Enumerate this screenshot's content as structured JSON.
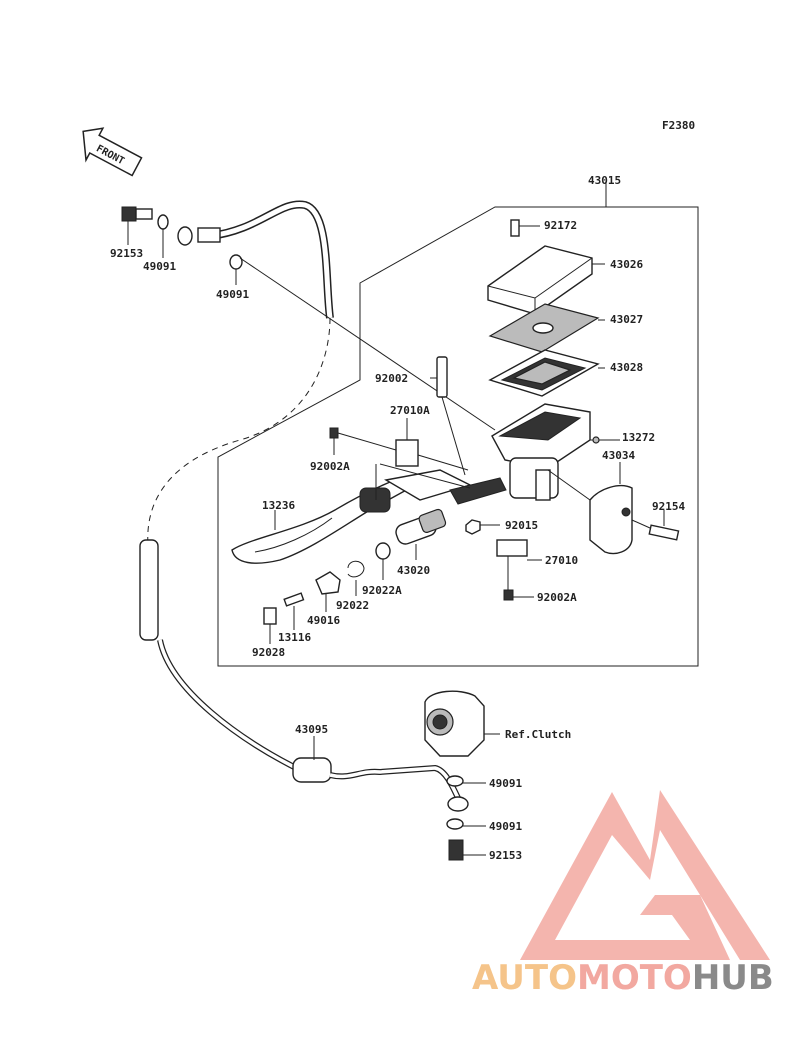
{
  "figure_code": "F2380",
  "front_badge": "FRONT",
  "parts": {
    "p43015": "43015",
    "p92172": "92172",
    "p43026": "43026",
    "p43027": "43027",
    "p43028": "43028",
    "p92002": "92002",
    "p27010A": "27010A",
    "p13272": "13272",
    "p43034": "43034",
    "p92002A_top": "92002A",
    "p92154": "92154",
    "p13236": "13236",
    "p92015": "92015",
    "p27010": "27010",
    "p43020": "43020",
    "p92022A": "92022A",
    "p92022": "92022",
    "p49016": "49016",
    "p13116": "13116",
    "p92028": "92028",
    "p92002A_bottom": "92002A",
    "p92153_top": "92153",
    "p49091_a": "49091",
    "p49091_b": "49091",
    "p43095": "43095",
    "ref_clutch": "Ref.Clutch",
    "p49091_c": "49091",
    "p49091_d": "49091",
    "p92153_bottom": "92153"
  },
  "watermark": {
    "part1": "AUTO",
    "part2": "MOTO",
    "part3": "HUB",
    "colors": {
      "auto": "#f5c48a",
      "moto": "#f2a8a0",
      "hub": "#8a8a8a",
      "triangle": "#f2a8a0"
    }
  }
}
